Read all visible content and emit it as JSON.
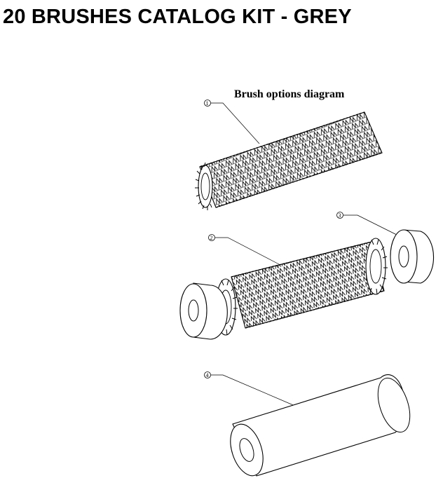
{
  "document": {
    "title": "20  BRUSHES CATALOG KIT - GREY"
  },
  "figure": {
    "caption": "Brush options diagram",
    "callouts": [
      {
        "number": "1",
        "part": "bristle-brush-roll"
      },
      {
        "number": "2",
        "part": "brush-roll-with-flaps"
      },
      {
        "number": "3",
        "part": "end-wheel"
      },
      {
        "number": "4",
        "part": "plain-roller"
      }
    ]
  }
}
